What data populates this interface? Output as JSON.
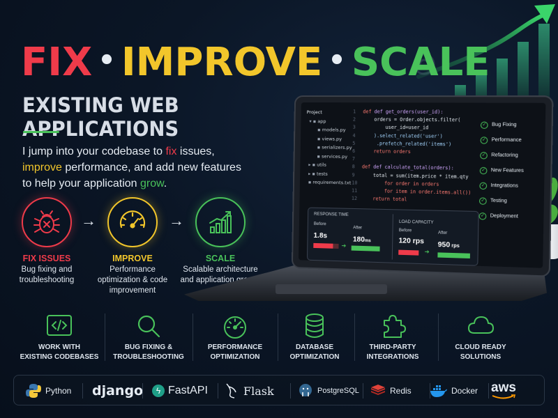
{
  "headline": {
    "fix": "FIX",
    "improve": "IMPROVE",
    "scale": "SCALE",
    "dot": "•"
  },
  "subhead": "EXISTING WEB APPLICATIONS",
  "intro": {
    "p1": "I jump into your codebase to ",
    "fix": "fix",
    "p2": " issues, ",
    "improve": "improve",
    "p3": " performance, and add new features to help your application ",
    "grow": "grow",
    "p4": "."
  },
  "steps": [
    {
      "title": "FIX ISSUES",
      "desc": "Bug fixing and troubleshooting"
    },
    {
      "title": "IMPROVE",
      "desc": "Performance optimization & code improvement"
    },
    {
      "title": "SCALE",
      "desc": "Scalable architecture and application growth"
    }
  ],
  "arrow_glyph": "→",
  "colors": {
    "red": "#ef3b4a",
    "yellow": "#f2c62b",
    "green": "#49c25a",
    "bg": "#0b1626"
  },
  "laptop": {
    "files": [
      "Project",
      "app",
      "models.py",
      "views.py",
      "serializers.py",
      "services.py",
      "utils",
      "tests",
      "requirements.txt"
    ],
    "code": [
      "def get_orders(user_id):",
      "    orders = Order.objects.filter(",
      "        user_id=user_id",
      "    ).select_related('user')",
      "     .prefetch_related('items')",
      "    return orders",
      "",
      "def calculate_total(orders):",
      "    total = sum(item.price * item.qty",
      "        for order in orders",
      "        for item in order.items.all())",
      "    return total"
    ],
    "checklist": [
      "Bug Fixing",
      "Performance",
      "Refactoring",
      "New Features",
      "Integrations",
      "Testing",
      "Deployment"
    ],
    "check_glyph": "✓",
    "metrics": {
      "response_title": "RESPONSE TIME",
      "load_title": "LOAD CAPACITY",
      "before": "Before",
      "after": "After",
      "rt_before": "1.8s",
      "rt_after": "180",
      "rt_after_unit": "ms",
      "lc_before": "120 rps",
      "lc_after": "950",
      "lc_after_unit": "rps",
      "arrow": "➔"
    }
  },
  "services": [
    {
      "icon": "code-icon",
      "label": "WORK WITH\nEXISTING CODEBASES"
    },
    {
      "icon": "magnifier-icon",
      "label": "BUG FIXING &\nTROUBLESHOOTING"
    },
    {
      "icon": "speedometer-icon",
      "label": "PERFORMANCE\nOPTIMIZATION"
    },
    {
      "icon": "database-icon",
      "label": "DATABASE\nOPTIMIZATION"
    },
    {
      "icon": "puzzle-icon",
      "label": "THIRD-PARTY\nINTEGRATIONS"
    },
    {
      "icon": "cloud-icon",
      "label": "CLOUD READY\nSOLUTIONS"
    }
  ],
  "tech": [
    "Python",
    "django",
    "FastAPI",
    "Flask",
    "PostgreSQL",
    "Redis",
    "Docker",
    "aws"
  ]
}
